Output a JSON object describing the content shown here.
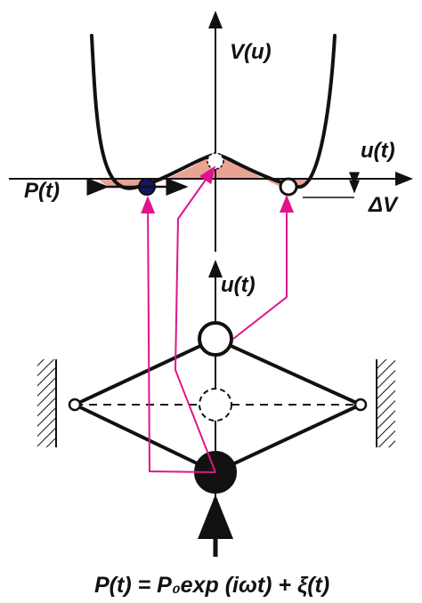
{
  "labels": {
    "potential": "V(u)",
    "displacement_top": "u(t)",
    "force_left": "P(t)",
    "delta_v": "ΔV",
    "displacement_mid": "u(t)",
    "formula": "P(t) = P₀exp (iωt) + ξ(t)"
  },
  "colors": {
    "ink": "#111111",
    "well_fill": "#e9a394",
    "arrow_magenta": "#e0148c",
    "ball_dark": "#151565"
  },
  "icons": {
    "wall": "hatched-wall",
    "state": "circle-mass"
  }
}
